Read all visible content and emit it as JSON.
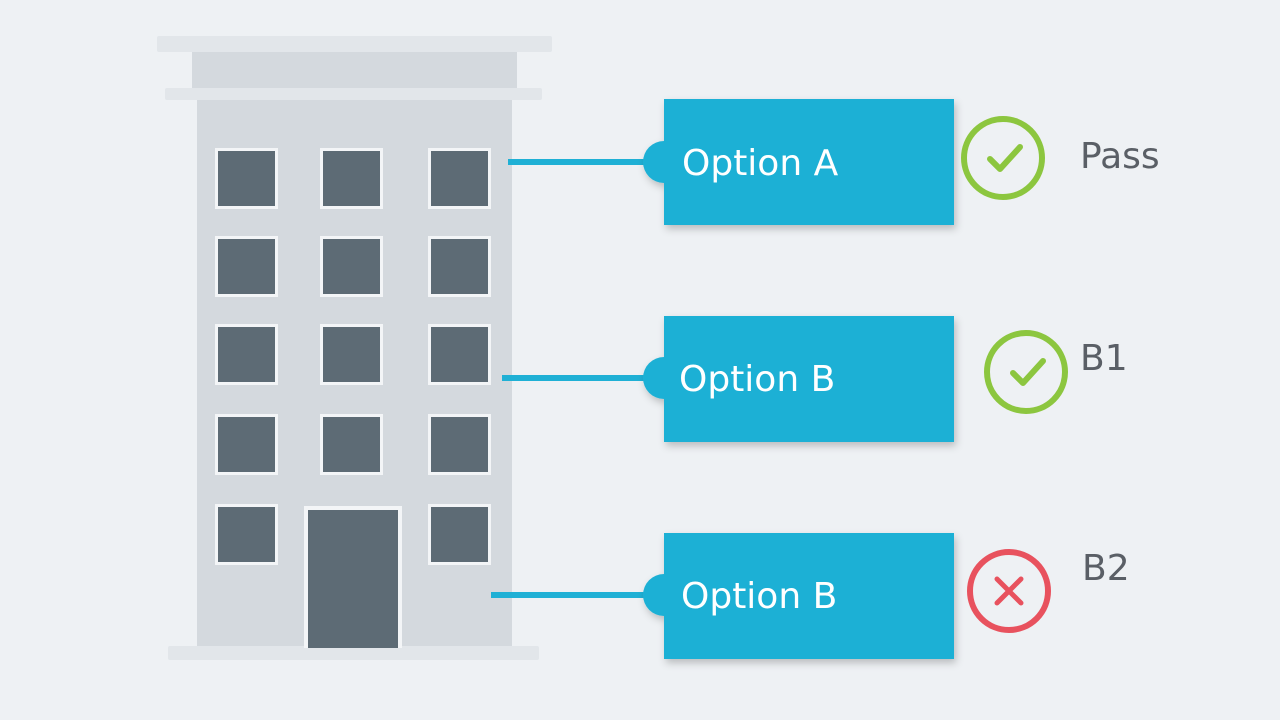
{
  "colors": {
    "background": "#eef1f4",
    "building": "#d4d9de",
    "building_trim": "#e2e6ea",
    "window": "#5d6b75",
    "window_frame": "#f3f5f7",
    "box": "#1fb0d5",
    "connector": "#1fb0d5",
    "pass": "#8cc63f",
    "fail": "#e8525e",
    "result_text": "#5a5f66"
  },
  "options": [
    {
      "label": "Option A",
      "status": "pass",
      "status_icon": "check-circle-icon",
      "result": "Pass"
    },
    {
      "label": "Option B",
      "status": "pass",
      "status_icon": "check-circle-icon",
      "result": "B1"
    },
    {
      "label": "Option B",
      "status": "fail",
      "status_icon": "x-circle-icon",
      "result": "B2"
    }
  ]
}
